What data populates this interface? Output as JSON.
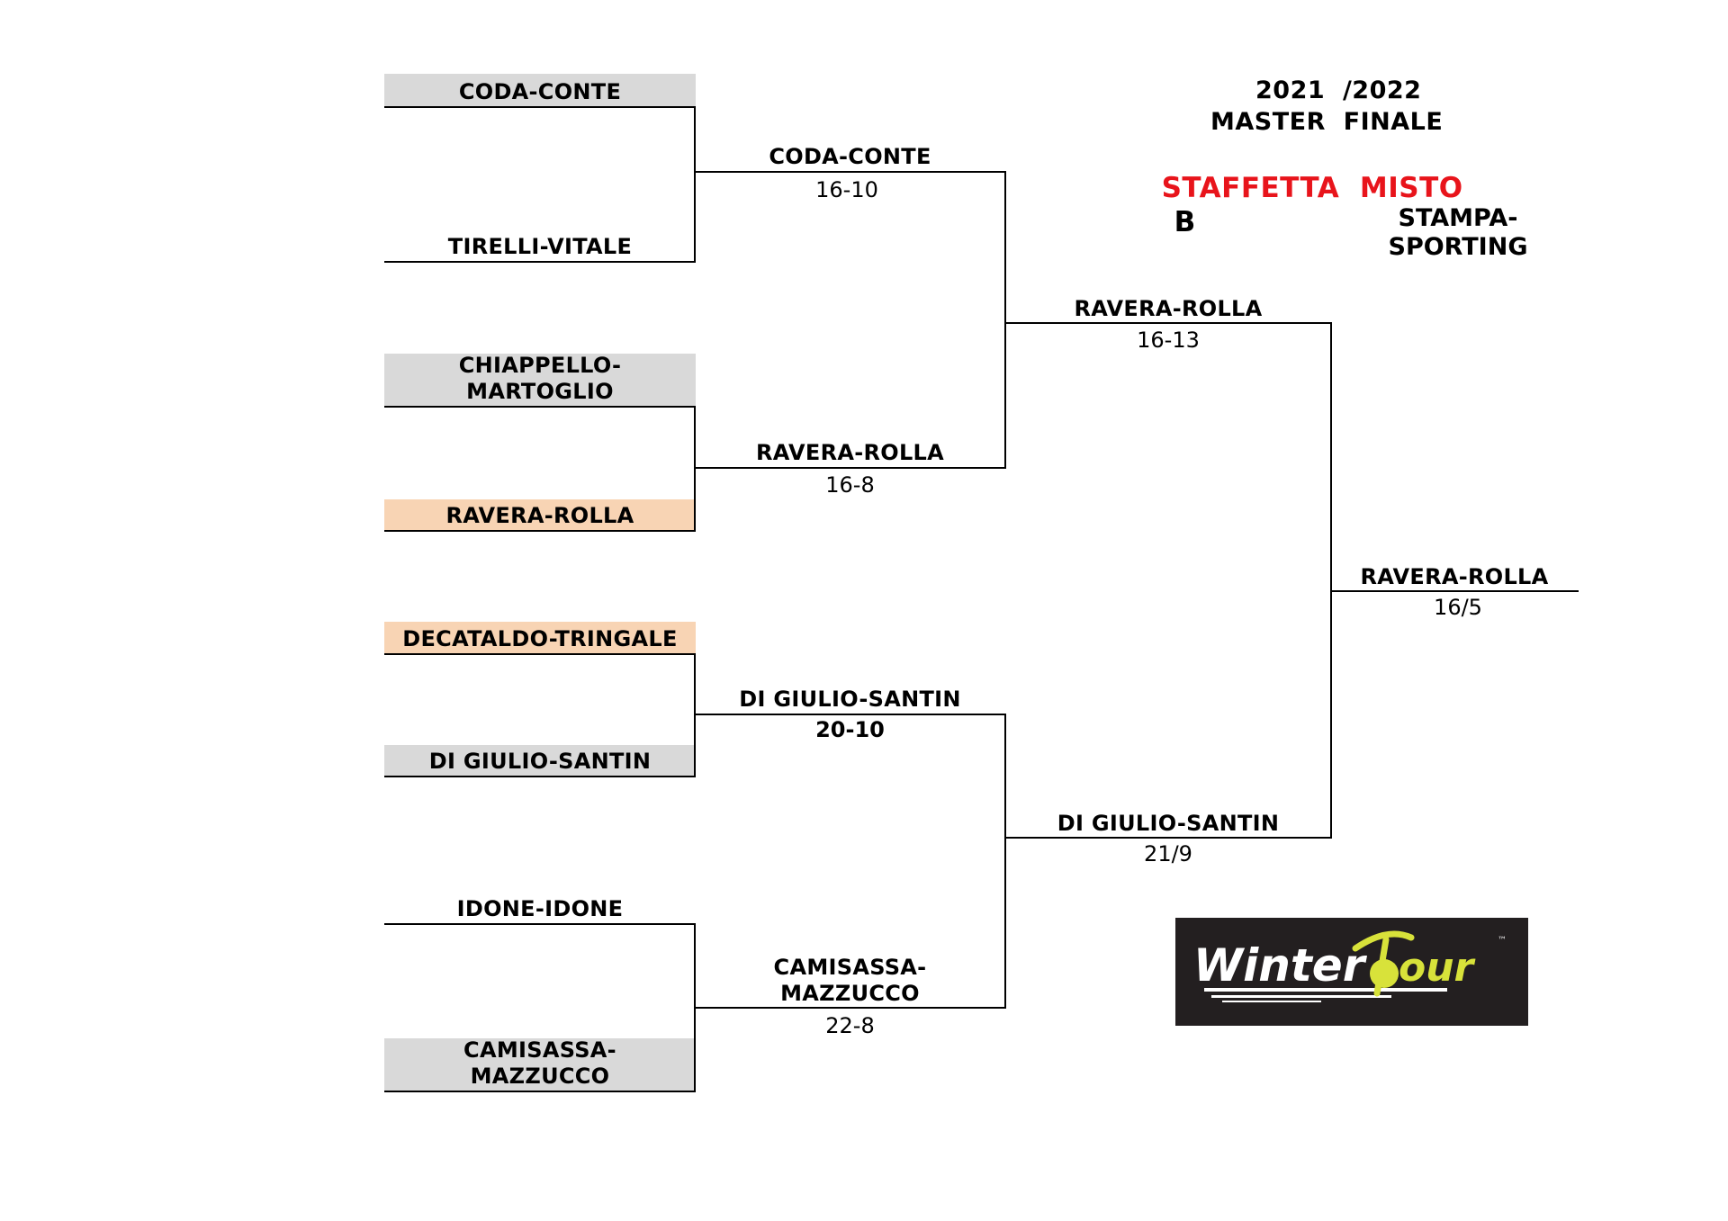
{
  "header": {
    "season": "2021  /2022",
    "event": "MASTER  FINALE",
    "category": "STAFFETTA  MISTO",
    "category_letter": "B",
    "venue_line1": "STAMPA-",
    "venue_line2": "SPORTING",
    "accent_color": "#e8141b"
  },
  "round1": [
    {
      "line1": "CODA-CONTE",
      "line2": "",
      "fill": "grey"
    },
    {
      "line1": "TIRELLI-VITALE",
      "line2": "",
      "fill": "none"
    },
    {
      "line1": "CHIAPPELLO-",
      "line2": "MARTOGLIO",
      "fill": "grey"
    },
    {
      "line1": "RAVERA-ROLLA",
      "line2": "",
      "fill": "peach"
    },
    {
      "line1": "DECATALDO-TRINGALE",
      "line2": "",
      "fill": "peach"
    },
    {
      "line1": "DI GIULIO-SANTIN",
      "line2": "",
      "fill": "grey"
    },
    {
      "line1": "IDONE-IDONE",
      "line2": "",
      "fill": "none"
    },
    {
      "line1": "CAMISASSA-",
      "line2": "MAZZUCCO",
      "fill": "grey"
    }
  ],
  "round2": [
    {
      "line1": "CODA-CONTE",
      "line2": "",
      "score": "16-10"
    },
    {
      "line1": "RAVERA-ROLLA",
      "line2": "",
      "score": "16-8"
    },
    {
      "line1": "DI GIULIO-SANTIN",
      "line2": "",
      "score": "20-10"
    },
    {
      "line1": "CAMISASSA-",
      "line2": "MAZZUCCO",
      "score": "22-8"
    }
  ],
  "semifinals": [
    {
      "line1": "RAVERA-ROLLA",
      "score": "16-13"
    },
    {
      "line1": "DI GIULIO-SANTIN",
      "score": "21/9"
    }
  ],
  "final": {
    "line1": "RAVERA-ROLLA",
    "score": "16/5"
  },
  "logo": {
    "text": "Winter",
    "text2": "our",
    "tm": "™",
    "icon": "tennis-ball-t-icon"
  }
}
